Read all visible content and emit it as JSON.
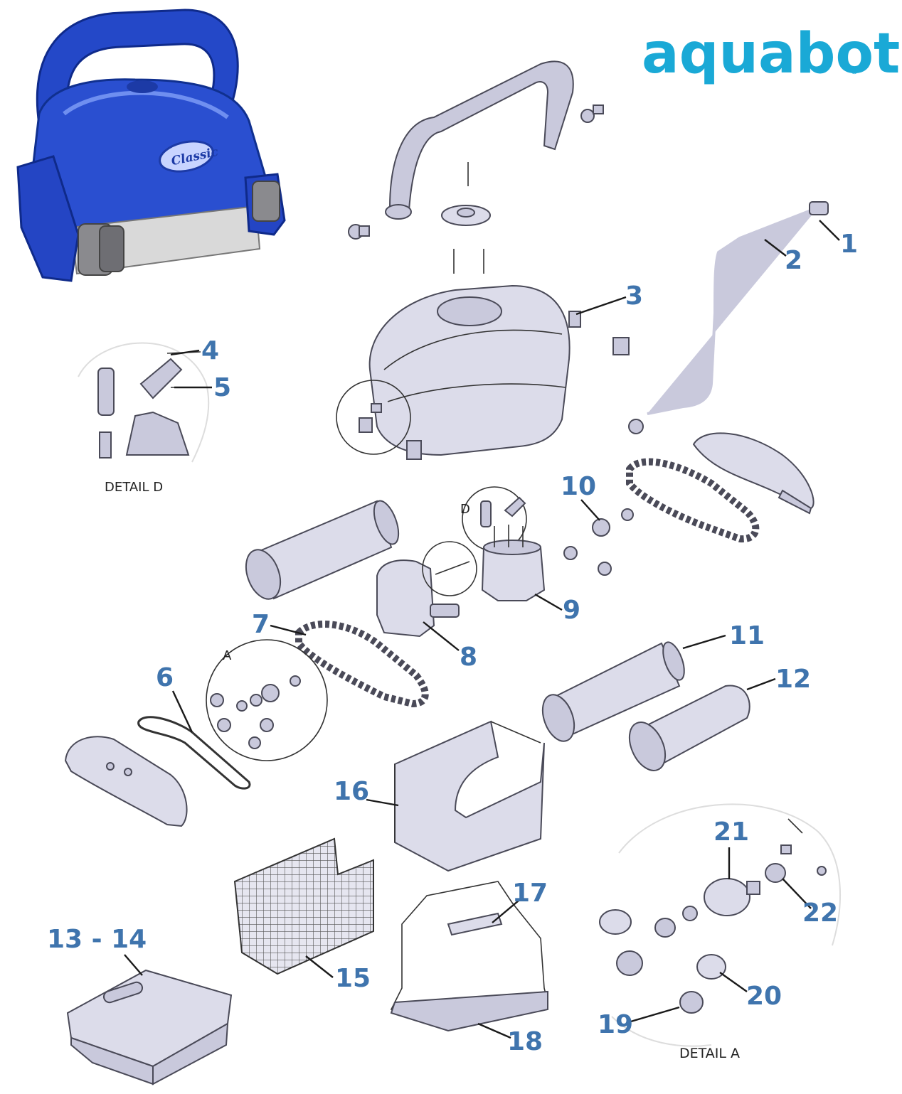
{
  "brand": {
    "logo_text": "aquabot",
    "registered_mark": "®",
    "product_badge": "Classic",
    "colors": {
      "logo": "#1aa9d6",
      "labels": "#3f74ad",
      "product_body": "#2a4fd0"
    }
  },
  "detail_captions": {
    "detail_d": "DETAIL D",
    "detail_a": "DETAIL A",
    "letter_d": "D",
    "letter_a": "A"
  },
  "callouts": [
    {
      "id": "1",
      "text": "1"
    },
    {
      "id": "2",
      "text": "2"
    },
    {
      "id": "3",
      "text": "3"
    },
    {
      "id": "4",
      "text": "4"
    },
    {
      "id": "5",
      "text": "5"
    },
    {
      "id": "6",
      "text": "6"
    },
    {
      "id": "7",
      "text": "7"
    },
    {
      "id": "8",
      "text": "8"
    },
    {
      "id": "9",
      "text": "9"
    },
    {
      "id": "10",
      "text": "10"
    },
    {
      "id": "11",
      "text": "11"
    },
    {
      "id": "12",
      "text": "12"
    },
    {
      "id": "13-14",
      "text": "13 - 14"
    },
    {
      "id": "15",
      "text": "15"
    },
    {
      "id": "16",
      "text": "16"
    },
    {
      "id": "17",
      "text": "17"
    },
    {
      "id": "18",
      "text": "18"
    },
    {
      "id": "19",
      "text": "19"
    },
    {
      "id": "20",
      "text": "20"
    },
    {
      "id": "21",
      "text": "21"
    },
    {
      "id": "22",
      "text": "22"
    }
  ]
}
